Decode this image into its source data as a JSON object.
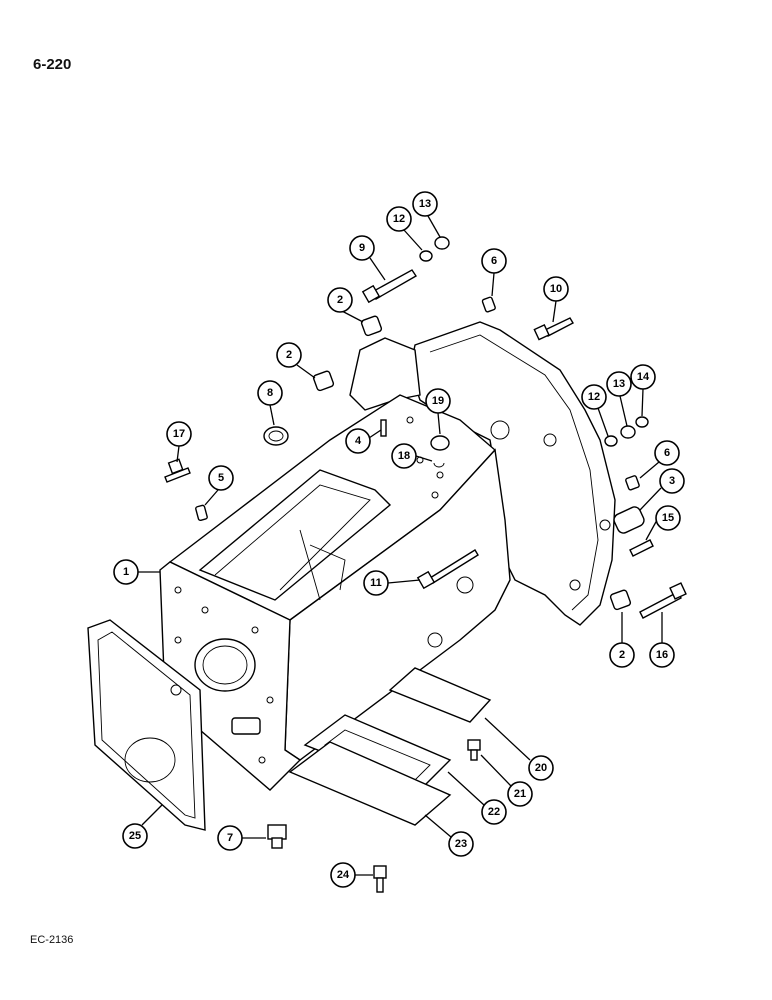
{
  "page_number": "6-220",
  "figure_code": "EC-2136",
  "callouts": [
    {
      "label": "1"
    },
    {
      "label": "2"
    },
    {
      "label": "2"
    },
    {
      "label": "2"
    },
    {
      "label": "3"
    },
    {
      "label": "4"
    },
    {
      "label": "5"
    },
    {
      "label": "6"
    },
    {
      "label": "6"
    },
    {
      "label": "7"
    },
    {
      "label": "8"
    },
    {
      "label": "9"
    },
    {
      "label": "10"
    },
    {
      "label": "11"
    },
    {
      "label": "12"
    },
    {
      "label": "12"
    },
    {
      "label": "13"
    },
    {
      "label": "13"
    },
    {
      "label": "14"
    },
    {
      "label": "15"
    },
    {
      "label": "16"
    },
    {
      "label": "17"
    },
    {
      "label": "18"
    },
    {
      "label": "19"
    },
    {
      "label": "20"
    },
    {
      "label": "21"
    },
    {
      "label": "22"
    },
    {
      "label": "23"
    },
    {
      "label": "24"
    },
    {
      "label": "25"
    }
  ]
}
